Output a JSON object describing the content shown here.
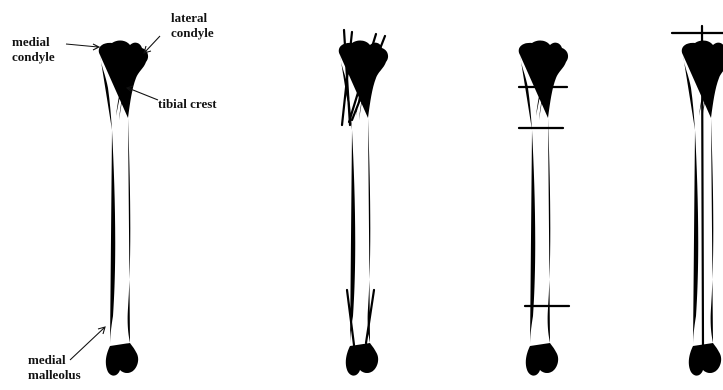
{
  "labels": {
    "lateral_condyle": [
      "lateral",
      "condyle"
    ],
    "medial_condyle": [
      "medial",
      "condyle"
    ],
    "tibial_crest": "tibial crest",
    "medial_malleolus": [
      "medial",
      "malleolus"
    ]
  },
  "colors": {
    "ink": "#1a1a1a",
    "background": "#ffffff"
  }
}
